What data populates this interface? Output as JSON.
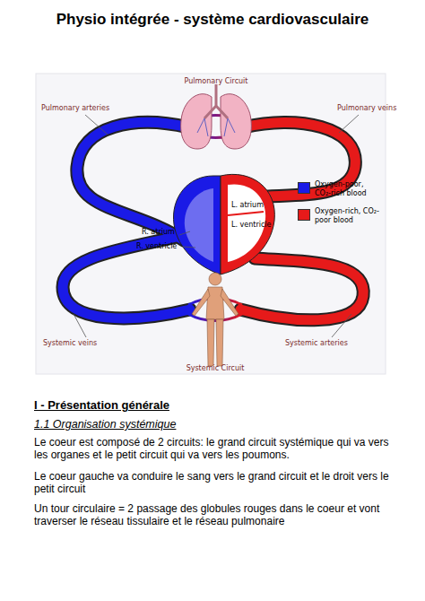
{
  "diagram": {
    "title": "Physio intégrée - système cardiovasculaire",
    "labels": [
      "Pulmonary Circuit",
      "Pulmonary arteries",
      "Pulmonary veins",
      "L. atrium",
      "L. ventricle",
      "R. atrium",
      "R. ventricle",
      "Systemic veins",
      "Systemic arteries",
      "Systemic Circuit",
      "I - Présentation générale",
      "1.1 Organisation systémique",
      "Le coeur est composé de 2 circuits: le grand circuit systémique qui va vers les organes et le petit circuit qui va vers les poumons.",
      "Le coeur gauche va conduire le sang vers le grand circuit et le droit vers le petit circuit",
      "Un tour circulaire = 2 passage des globules rouges dans le coeur et vont traverser le réseau tissulaire et le réseau pulmonaire"
    ],
    "legend": [
      {
        "text": "Oxygen-poor, CO₂-rich blood",
        "color": "#1a1ae6"
      },
      {
        "text": "Oxygen-rich, CO₂-poor blood",
        "color": "#e61a1a"
      }
    ]
  }
}
